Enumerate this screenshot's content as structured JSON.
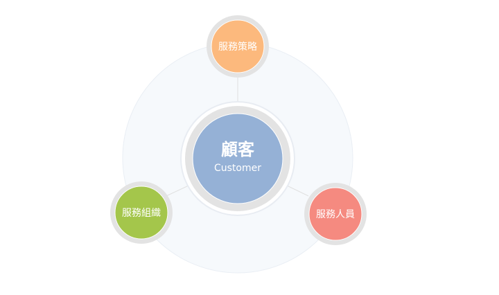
{
  "center": {
    "title": "顧客",
    "subtitle": "Customer",
    "color": "#95b1d6"
  },
  "nodes": {
    "strategy": {
      "label": "服務策略",
      "color": "#fcb97d"
    },
    "organization": {
      "label": "服務組織",
      "color": "#a4c64b"
    },
    "personnel": {
      "label": "服務人員",
      "color": "#f58a80"
    }
  },
  "colors": {
    "outer_ring_fill": "#f6f9fc",
    "outer_ring_stroke": "#e9eef4",
    "bezel": "#e3e3e3",
    "connector": "#e0e0e0"
  }
}
